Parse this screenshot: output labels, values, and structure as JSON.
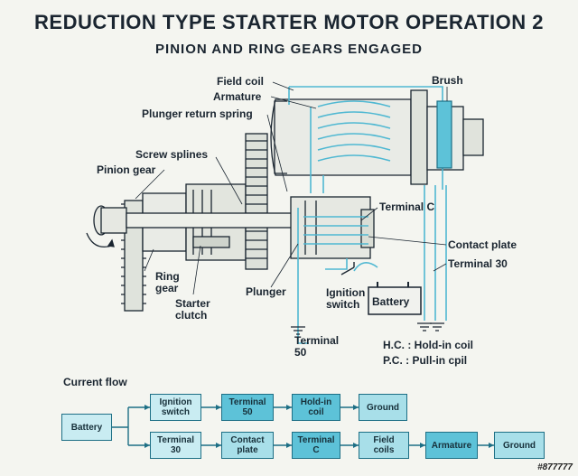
{
  "header": {
    "title": "REDUCTION TYPE STARTER MOTOR OPERATION 2",
    "subtitle": "PINION AND RING GEARS ENGAGED"
  },
  "labels": {
    "field_coil": "Field coil",
    "armature": "Armature",
    "plunger_return_spring": "Plunger return spring",
    "brush": "Brush",
    "screw_splines": "Screw splines",
    "pinion_gear": "Pinion gear",
    "terminal_c": "Terminal C",
    "contact_plate": "Contact plate",
    "terminal_30": "Terminal 30",
    "ring_gear": "Ring\ngear",
    "starter_clutch": "Starter\nclutch",
    "plunger": "Plunger",
    "ignition_switch": "Ignition\nswitch",
    "battery": "Battery",
    "terminal_50": "Terminal\n50",
    "hc_legend": "H.C. :  Hold-in coil",
    "pc_legend": "P.C. :  Pull-in cpil"
  },
  "flow": {
    "title": "Current flow",
    "start": "Battery",
    "row1": [
      "Ignition\nswitch",
      "Terminal\n50",
      "Hold-in\ncoil",
      "Ground"
    ],
    "row2": [
      "Terminal\n30",
      "Contact\nplate",
      "Terminal\nC",
      "Field\ncoils",
      "Armature",
      "Ground"
    ]
  },
  "watermark": "#877777",
  "colors": {
    "accent": "#4fb8d2",
    "box_fill": "#a8dfe9",
    "box_highlight": "#5dc2d8",
    "ink": "#1a2530"
  }
}
